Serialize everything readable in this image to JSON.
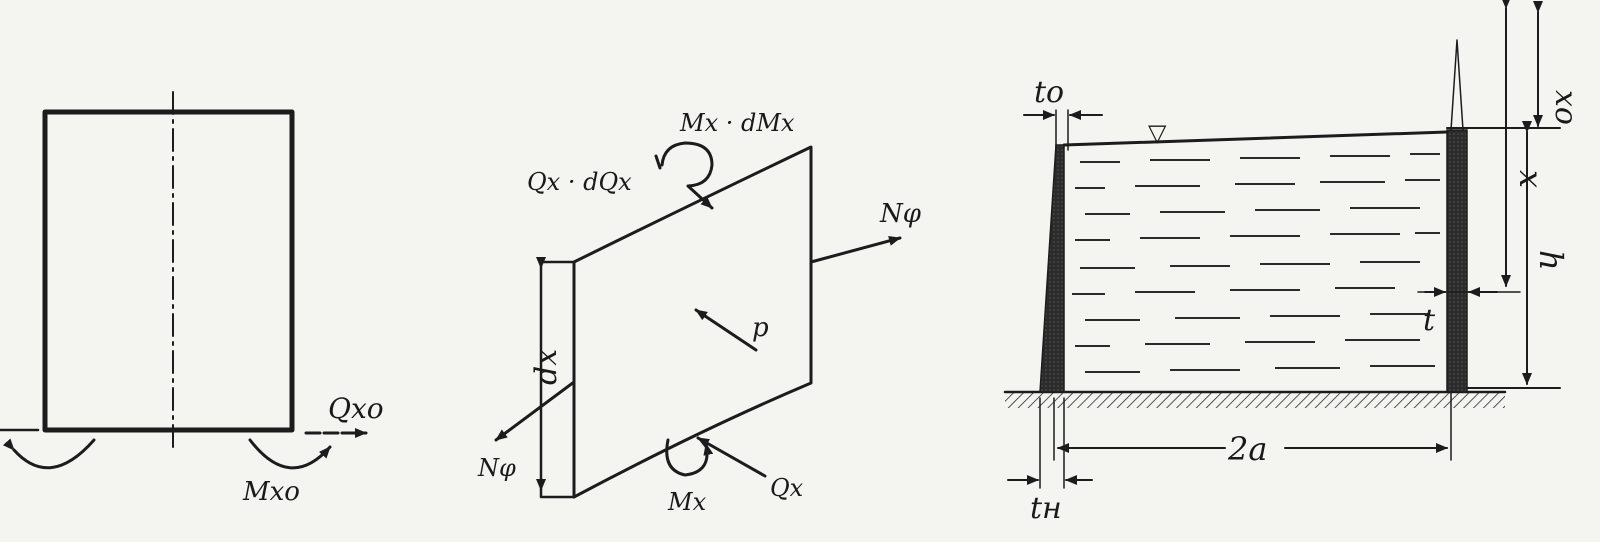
{
  "figure1": {
    "labels": {
      "shear_force": "Qxo",
      "moment": "Mxo"
    }
  },
  "figure2": {
    "labels": {
      "moment_top": "Mx · dMx",
      "shear_top": "Qx · dQx",
      "hoop_force_right": "Nφ",
      "hoop_force_left": "Nφ",
      "pressure": "p",
      "height": "dx",
      "moment_bottom": "Mx",
      "shear_bottom": "Qx"
    }
  },
  "figure3": {
    "labels": {
      "top_thickness": "to",
      "offset": "xo",
      "coordinate": "x",
      "depth": "h",
      "thickness": "t",
      "width": "2a",
      "base_thickness": "tн",
      "water_level_symbol": "▽"
    }
  },
  "colors": {
    "ink": "#1c1c1c",
    "paper": "#f4f4f1",
    "hatch": "#2a2a2a"
  }
}
